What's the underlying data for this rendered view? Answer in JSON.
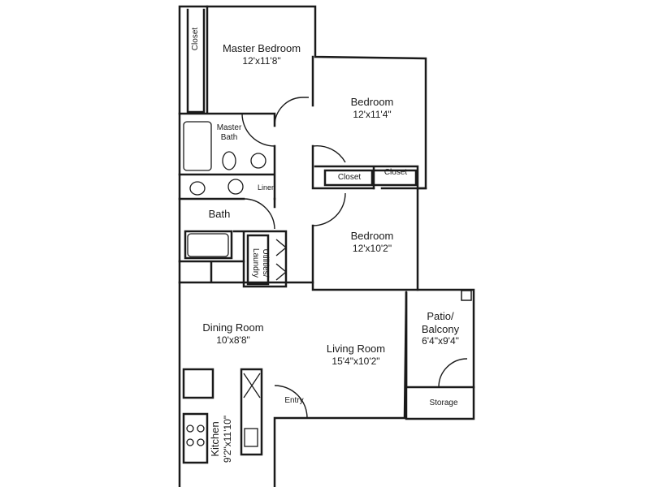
{
  "rooms": {
    "master_bedroom": {
      "name": "Master Bedroom",
      "dim": "12'x11'8\""
    },
    "bedroom_1": {
      "name": "Bedroom",
      "dim": "12'x11'4\""
    },
    "bedroom_2": {
      "name": "Bedroom",
      "dim": "12'x10'2\""
    },
    "master_bath": {
      "name": "Master Bath"
    },
    "bath": {
      "name": "Bath"
    },
    "dining_room": {
      "name": "Dining Room",
      "dim": "10'x8'8\""
    },
    "living_room": {
      "name": "Living Room",
      "dim": "15'4\"x10'2\""
    },
    "patio": {
      "name": "Patio/",
      "name2": "Balcony",
      "dim": "6'4\"x9'4\""
    },
    "kitchen": {
      "name": "Kitchen",
      "dim": "9'2\"x11'10\""
    }
  },
  "small_labels": {
    "closet_master": "Closet",
    "closet_bed_left": "Closet",
    "closet_bed_right": "Closet",
    "linen": "Linen",
    "utilities_1": "Utilities/",
    "utilities_2": "Laundry",
    "storage": "Storage",
    "entry": "Entry"
  },
  "colors": {
    "wall": "#1a1a1a",
    "background": "#ffffff"
  }
}
